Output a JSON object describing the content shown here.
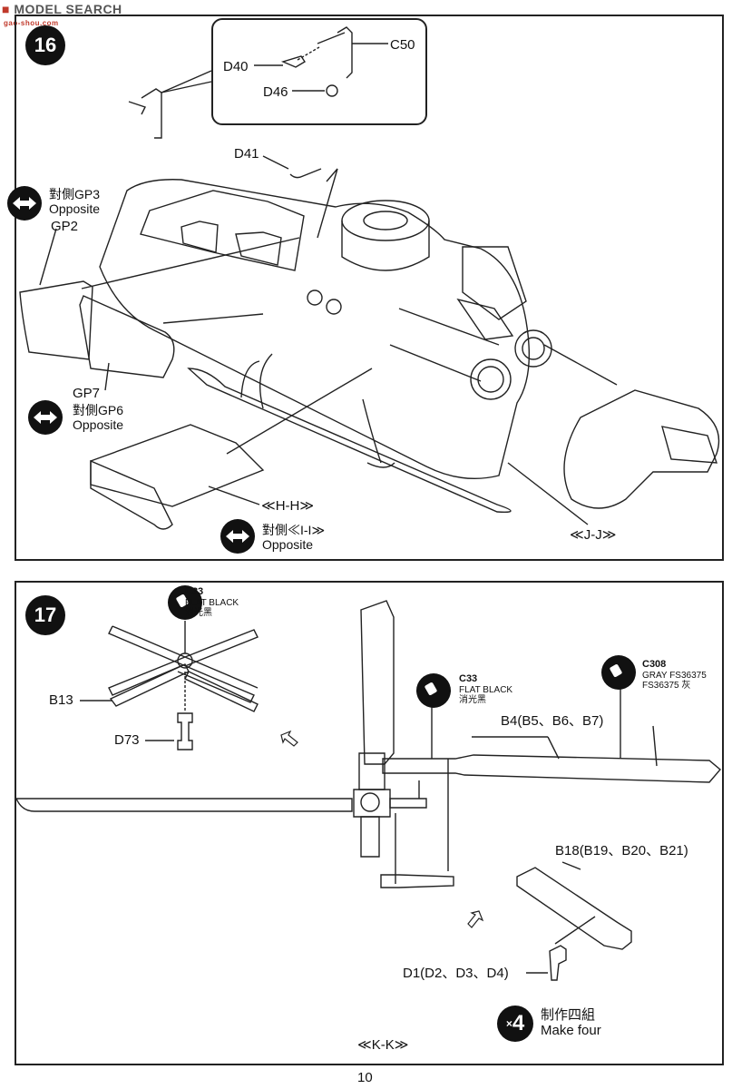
{
  "watermark": {
    "title": "MODEL SEARCH",
    "sub": "gao-shou.com"
  },
  "step16": {
    "number": "16",
    "labels": {
      "c50": "C50",
      "d40": "D40",
      "d46": "D46",
      "d41": "D41",
      "gp2": "GP2",
      "gp7": "GP7",
      "hh": "≪H-H≫",
      "jj": "≪J-J≫"
    },
    "opposite_gp3": {
      "cn": "對側GP3",
      "en": "Opposite"
    },
    "opposite_gp6": {
      "cn": "對側GP6",
      "en": "Opposite"
    },
    "opposite_ii": {
      "cn": "對側≪I-I≫",
      "en": "Opposite"
    }
  },
  "step17": {
    "number": "17",
    "paint_flat_black_1": {
      "code": "C33",
      "en": "FLAT BLACK",
      "cn": "消光黑"
    },
    "paint_flat_black_2": {
      "code": "C33",
      "en": "FLAT BLACK",
      "cn": "消光黑"
    },
    "paint_gray": {
      "code": "C308",
      "en": "GRAY FS36375",
      "cn": "FS36375 灰"
    },
    "labels": {
      "b13": "B13",
      "d73": "D73",
      "b4": "B4(B5、B6、B7)",
      "b18": "B18(B19、B20、B21)",
      "d1": "D1(D2、D3、D4)",
      "kk": "≪K-K≫"
    },
    "make_four": {
      "qty": "4",
      "cn": "制作四組",
      "en": "Make four"
    }
  },
  "page_number": "10"
}
